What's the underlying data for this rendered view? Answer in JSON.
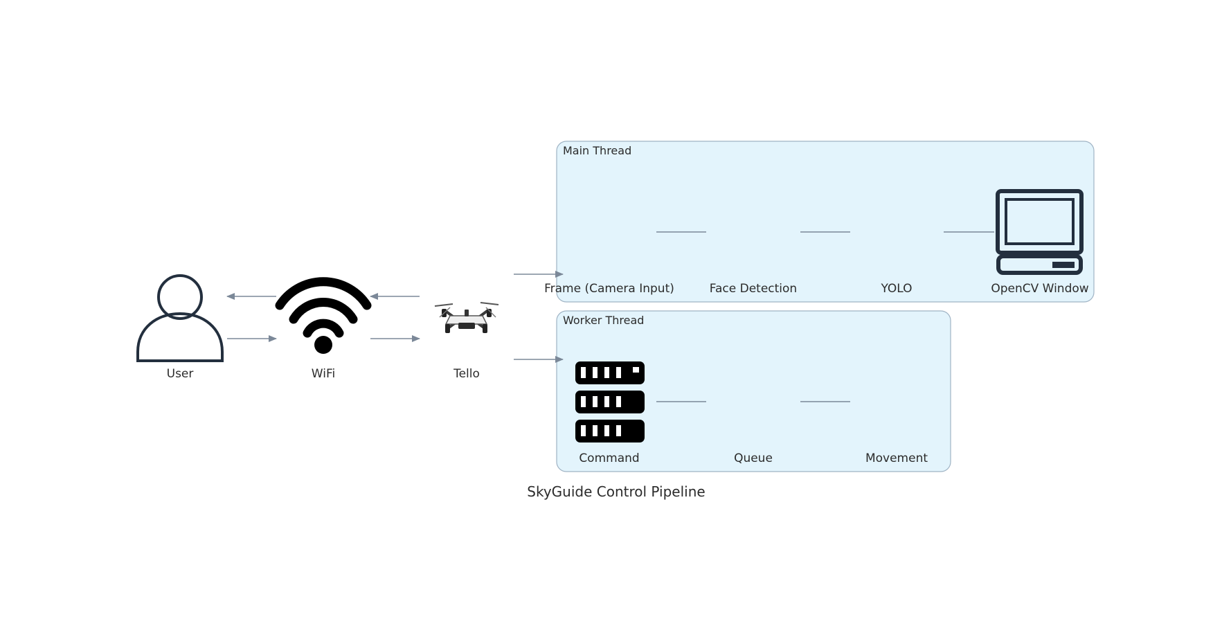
{
  "diagram": {
    "title": "SkyGuide Control Pipeline",
    "clusters": {
      "main": {
        "label": "Main Thread"
      },
      "worker": {
        "label": "Worker Thread"
      }
    },
    "nodes": {
      "user": {
        "label": "User",
        "icon": "user-icon"
      },
      "wifi": {
        "label": "WiFi",
        "icon": "wifi-icon"
      },
      "tello": {
        "label": "Tello",
        "icon": "drone-icon"
      },
      "frame": {
        "label": "Frame (Camera Input)"
      },
      "face": {
        "label": "Face Detection"
      },
      "yolo": {
        "label": "YOLO"
      },
      "opencv": {
        "label": "OpenCV Window",
        "icon": "computer-icon"
      },
      "command": {
        "label": "Command",
        "icon": "server-rack-icon"
      },
      "queue": {
        "label": "Queue"
      },
      "movement": {
        "label": "Movement"
      }
    },
    "edges": [
      [
        "user",
        "wifi"
      ],
      [
        "wifi",
        "user"
      ],
      [
        "wifi",
        "tello"
      ],
      [
        "tello",
        "wifi"
      ],
      [
        "tello",
        "main-thread"
      ],
      [
        "tello",
        "worker-thread"
      ],
      [
        "frame",
        "face"
      ],
      [
        "face",
        "yolo"
      ],
      [
        "yolo",
        "opencv"
      ],
      [
        "command",
        "queue"
      ],
      [
        "queue",
        "movement"
      ]
    ],
    "colors": {
      "cluster_fill": "#e3f4fc",
      "cluster_border": "#9fb3c4",
      "arrow": "#7b8898",
      "icon_dark": "#232f3e"
    }
  }
}
